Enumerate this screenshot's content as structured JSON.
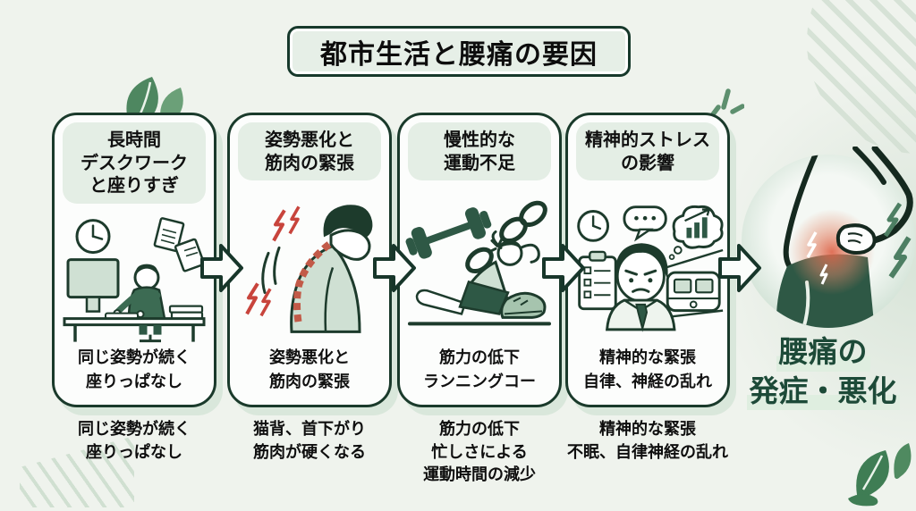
{
  "title": "都市生活と腰痛の要因",
  "cards": [
    {
      "title": "長時間\nデスクワーク\nと座りすぎ",
      "caption": "同じ姿勢が続く\n座りっぱなし",
      "note": "同じ姿勢が続く\n座りっぱなし",
      "illustration": "desk-worker"
    },
    {
      "title": "姿勢悪化と\n筋肉の緊張",
      "caption": "姿勢悪化と\n筋肉の緊張",
      "note": "猫背、首下がり\n筋肉が硬くなる",
      "illustration": "hunched-spine-pain"
    },
    {
      "title": "慢性的な\n運動不足",
      "caption": "筋力の低下\nランニングコー",
      "note": "筋力の低下\n忙しさによる\n運動時間の減少",
      "illustration": "broken-chain-exercise"
    },
    {
      "title": "精神的ストレス\nの影響",
      "caption": "精神的な緊張\n自律、神経の乱れ",
      "note": "精神的な緊張\n不眠、自律神経の乱れ",
      "illustration": "stressed-commuter"
    }
  ],
  "result": {
    "line1": "腰痛の",
    "line2": "発症・悪化",
    "illustration": "lower-back-pain"
  },
  "colors": {
    "background": "#eff3ed",
    "outline_green": "#1a3a2b",
    "mint_panel": "#e4eee5",
    "accent_green": "#2e5845",
    "leaf_green": "#4e8760",
    "pain_red": "#c8443c",
    "result_text_green": "#1d4a38"
  }
}
